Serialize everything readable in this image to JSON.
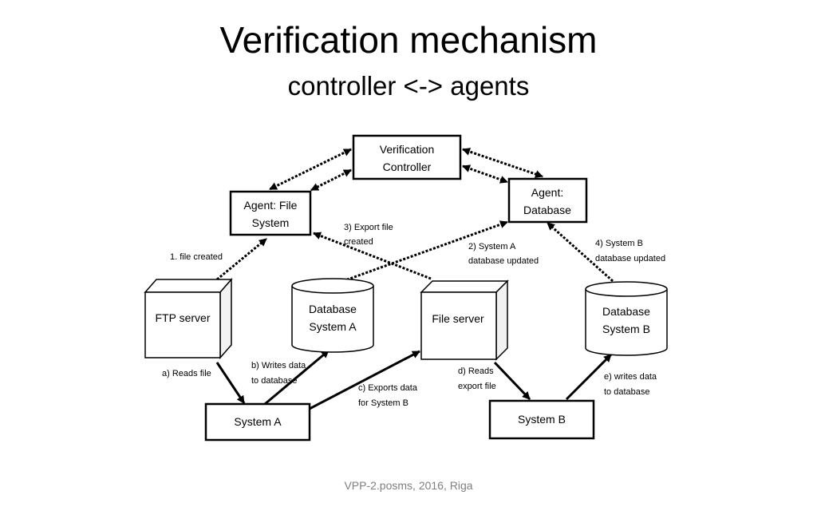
{
  "slide": {
    "title": "Verification mechanism",
    "subtitle": "controller <-> agents",
    "footer": "VPP-2.posms, 2016, Riga"
  },
  "nodes": {
    "controller": [
      "Verification",
      "Controller"
    ],
    "agent_fs": [
      "Agent: File",
      "System"
    ],
    "agent_db": [
      "Agent:",
      "Database"
    ],
    "ftp_server": "FTP server",
    "db_a": [
      "Database",
      "System A"
    ],
    "file_server": "File server",
    "db_b": [
      "Database",
      "System B"
    ],
    "system_a": "System A",
    "system_b": "System B"
  },
  "edge_labels": {
    "file_created": "1. file created",
    "system_a_db_updated": [
      "2) System A",
      "database updated"
    ],
    "export_file_created": [
      "3) Export file",
      "created"
    ],
    "system_b_db_updated": [
      "4) System B",
      "database updated"
    ],
    "reads_file": "a) Reads file",
    "writes_data": [
      "b) Writes data",
      "to database"
    ],
    "exports_data": [
      "c) Exports data",
      "for System B"
    ],
    "reads_export": [
      "d) Reads",
      "export file"
    ],
    "writes_data_b": [
      "e) writes data",
      "to database"
    ]
  }
}
